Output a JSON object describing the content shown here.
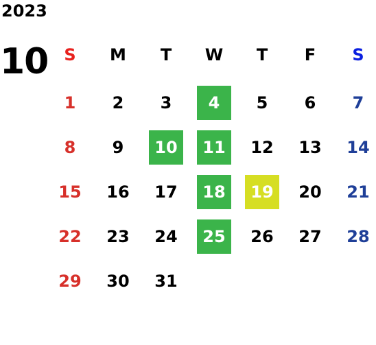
{
  "calendar": {
    "year": "2023",
    "month": "10",
    "weekdays": [
      "S",
      "M",
      "T",
      "W",
      "T",
      "F",
      "S"
    ],
    "weeks": [
      [
        "1",
        "2",
        "3",
        "4",
        "5",
        "6",
        "7"
      ],
      [
        "8",
        "9",
        "10",
        "11",
        "12",
        "13",
        "14"
      ],
      [
        "15",
        "16",
        "17",
        "18",
        "19",
        "20",
        "21"
      ],
      [
        "22",
        "23",
        "24",
        "25",
        "26",
        "27",
        "28"
      ],
      [
        "29",
        "30",
        "31",
        "",
        "",
        "",
        ""
      ]
    ],
    "colors": {
      "sunday_header": "#e8211e",
      "saturday_header": "#0a1fe0",
      "sunday": "#d7302a",
      "saturday": "#1f3f98",
      "highlight_green": "#3bb44a",
      "highlight_yellow": "#d6de23"
    }
  }
}
